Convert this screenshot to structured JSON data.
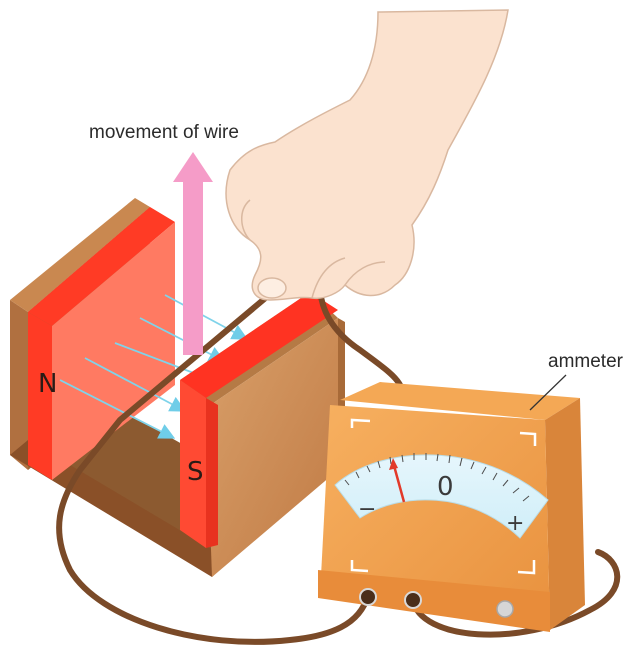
{
  "labels": {
    "movement": "movement of wire",
    "ammeter": "ammeter"
  },
  "magnet": {
    "north": "N",
    "south": "S"
  },
  "dial": {
    "zero": "0",
    "minus": "−",
    "plus": "+"
  },
  "colors": {
    "magnet_face": "#ff6b55",
    "magnet_edge": "#ff3322",
    "wood": "#c88a52",
    "meter_body": "#f0a050",
    "dial_face": "#dff4fb",
    "field_lines": "#7fd3ea",
    "movement_arrow": "#f59cc8",
    "wire": "#7a4a28",
    "needle": "#e23a2a"
  },
  "icons": [
    "hand",
    "up-arrow",
    "field-arrows",
    "ammeter-needle"
  ]
}
